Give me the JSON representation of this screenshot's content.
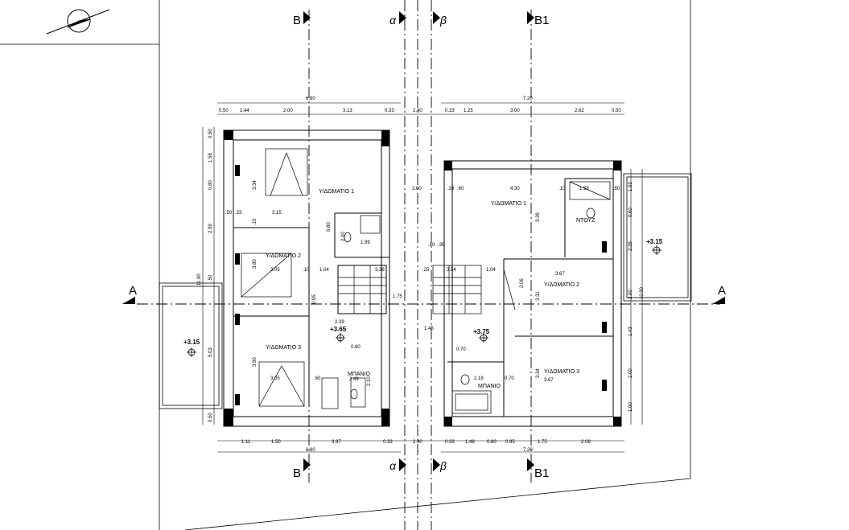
{
  "section_labels": {
    "b": "B",
    "b1": "B1",
    "alpha": "α",
    "beta": "β",
    "a": "A"
  },
  "rooms": {
    "left_bedroom_1": "Υ/ΔΩΜΑΤΙΟ 1",
    "left_bedroom_2": "Υ/ΔΩΜΑΤΙΟ 2",
    "left_bedroom_3": "Υ/ΔΩΜΑΤΙΟ 3",
    "left_bath": "ΜΠΑΝΙΟ",
    "right_bedroom_1": "Υ/ΔΩΜΑΤΙΟ 1",
    "right_bedroom_2": "Υ/ΔΩΜΑΤΙΟ 2",
    "right_bedroom_3": "Υ/ΔΩΜΑΤΙΟ 3",
    "right_shower": "ΝΤΟΥΖ",
    "right_bath": "ΜΠΑΝΙΟ"
  },
  "levels": {
    "left_balcony": "+3.15",
    "left_hall": "+3.65",
    "right_hall": "+3.75",
    "right_balcony": "+3.15"
  },
  "top_dims": {
    "total_left": "6.90",
    "total_right": "7.20",
    "d1": "0.50",
    "d2": "1.44",
    "d3": "2.00",
    "d4": "3.13",
    "d5": "0.33",
    "d6": "2.40",
    "d7": "0.33",
    "d8": "1.25",
    "d9": "3.00",
    "d10": "2.62",
    "d11": "0.50"
  },
  "bottom_dims": {
    "total_left": "6.90",
    "total_right": "7.20",
    "d1": "1.11",
    "d2": "1.50",
    "d3": "3.97",
    "d4": "0.33",
    "d5": "2.40",
    "d6": "0.33",
    "d7": "1.48",
    "d8": "0.60",
    "d9": "0.95",
    "d10": "1.75",
    "d11": "2.09"
  },
  "left_dims": {
    "total": "11.90",
    "v1": "0.50",
    "v2": "1.58",
    "v3": "0.80",
    "v4": "2.99",
    "v5": ".50",
    "v6": "5.03",
    "v7": "0.50"
  },
  "right_dims": {
    "total": "10.90",
    "v1": "1.53",
    "v2": "0.60",
    "v3": "2.35",
    "v4": "2.00",
    "v5": "1.43",
    "v6": "2.00",
    "v7": "1.00"
  },
  "inner_dims": {
    "l_334": "3.34",
    "l_315": "3.15",
    "l_50": ".50",
    "l_33": ".33",
    "l_10a": ".10",
    "l_380": "3.80",
    "l_305a": "3.05",
    "l_10b": ".10",
    "l_104": "1.04",
    "l_200": "2.00",
    "l_080": "0.80",
    "l_199": "1.99",
    "l_390": "3.90",
    "l_305b": "3.05",
    "l_239": "2.39",
    "l_080b": "0.80",
    "l_249": "2.49",
    "l_210": "2.10",
    "l_60": ".60",
    "l_095": "0.95",
    "l_75": "1.75",
    "l_36": "3.36",
    "r_260": "2.60",
    "r_33": ".33",
    "r_60": ".60",
    "r_430": "4.30",
    "r_10": ".10",
    "r_158": "1.58",
    "r_50": ".50",
    "r_339": "3.39",
    "r_367a": "3.67",
    "r_206": "2.06",
    "r_331": "3.31",
    "r_367b": "3.67",
    "r_334": "3.34",
    "r_104": "1.04",
    "r_354": "3.54",
    "r_070": "0.70",
    "r_218": "2.18",
    "r_070b": "0.70",
    "r_145": "1.45",
    "r_60b": ".60",
    "r_36": ".36",
    "r_025": ".25"
  }
}
